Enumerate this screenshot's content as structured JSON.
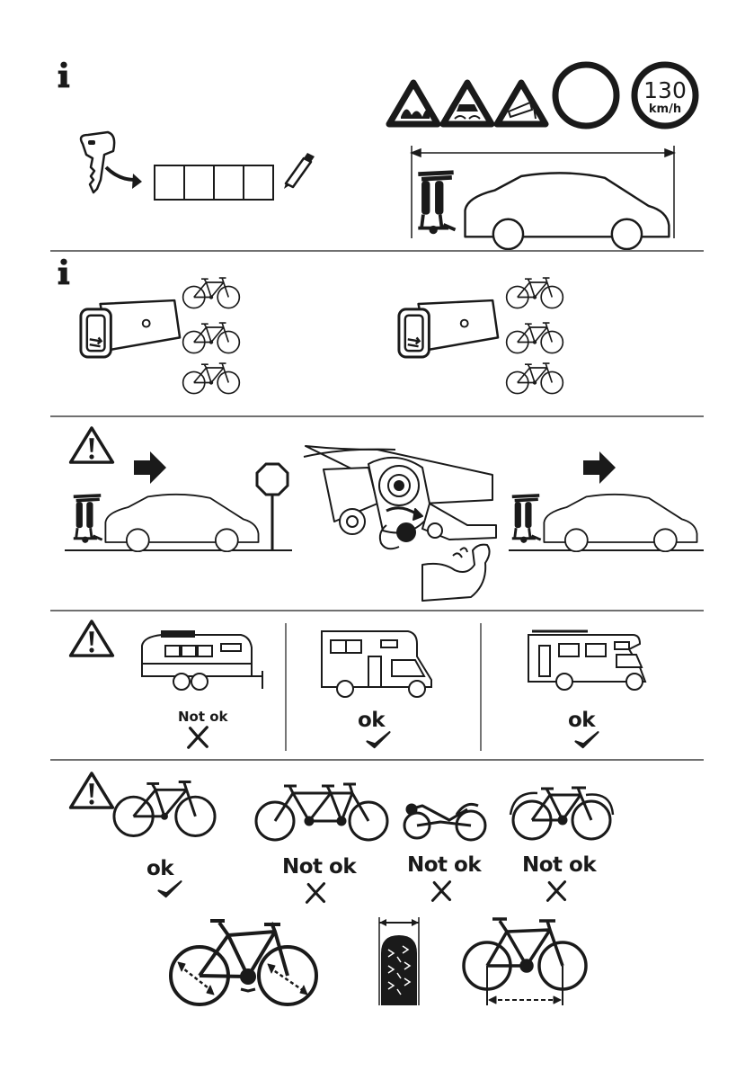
{
  "speed_sign": {
    "value": "130",
    "unit": "km/h"
  },
  "labels": {
    "caravan": "Not ok",
    "camper_van": "ok",
    "motorhome": "ok",
    "bike_standard": "ok",
    "bike_tandem": "Not ok",
    "bike_recumbent": "Not ok",
    "bike_fender": "Not ok"
  },
  "colors": {
    "ink": "#1a1a1a",
    "paper": "#ffffff"
  }
}
